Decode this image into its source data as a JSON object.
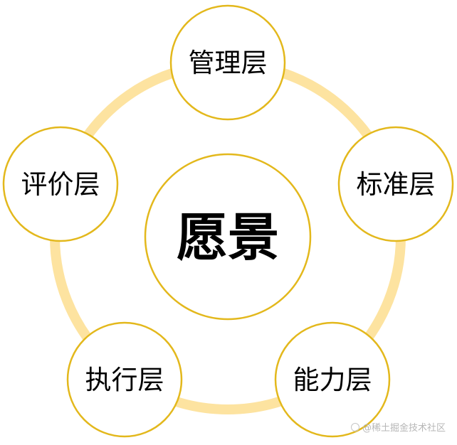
{
  "diagram": {
    "center": {
      "label": "愿景"
    },
    "nodes": [
      {
        "label": "管理层"
      },
      {
        "label": "标准层"
      },
      {
        "label": "能力层"
      },
      {
        "label": "执行层"
      },
      {
        "label": "评价层"
      }
    ],
    "colors": {
      "ring": "#fde3a0",
      "circle_border": "#e3b81c",
      "circle_fill": "#ffffff",
      "text": "#000000"
    }
  },
  "watermark": {
    "text": "@稀土掘金技术社区"
  }
}
